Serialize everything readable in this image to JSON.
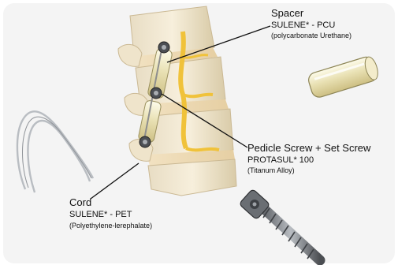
{
  "labels": {
    "spacer": {
      "title": "Spacer",
      "material": "SULENE* - PCU",
      "detail": "(polycarbonate Urethane)"
    },
    "screw": {
      "title": "Pedicle Screw + Set Screw",
      "material": "PROTASUL* 100",
      "detail": "(Titanum Alloy)"
    },
    "cord": {
      "title": "Cord",
      "material": "SULENE* - PET",
      "detail": "(Polyethylene-lerephalate)"
    }
  }
}
